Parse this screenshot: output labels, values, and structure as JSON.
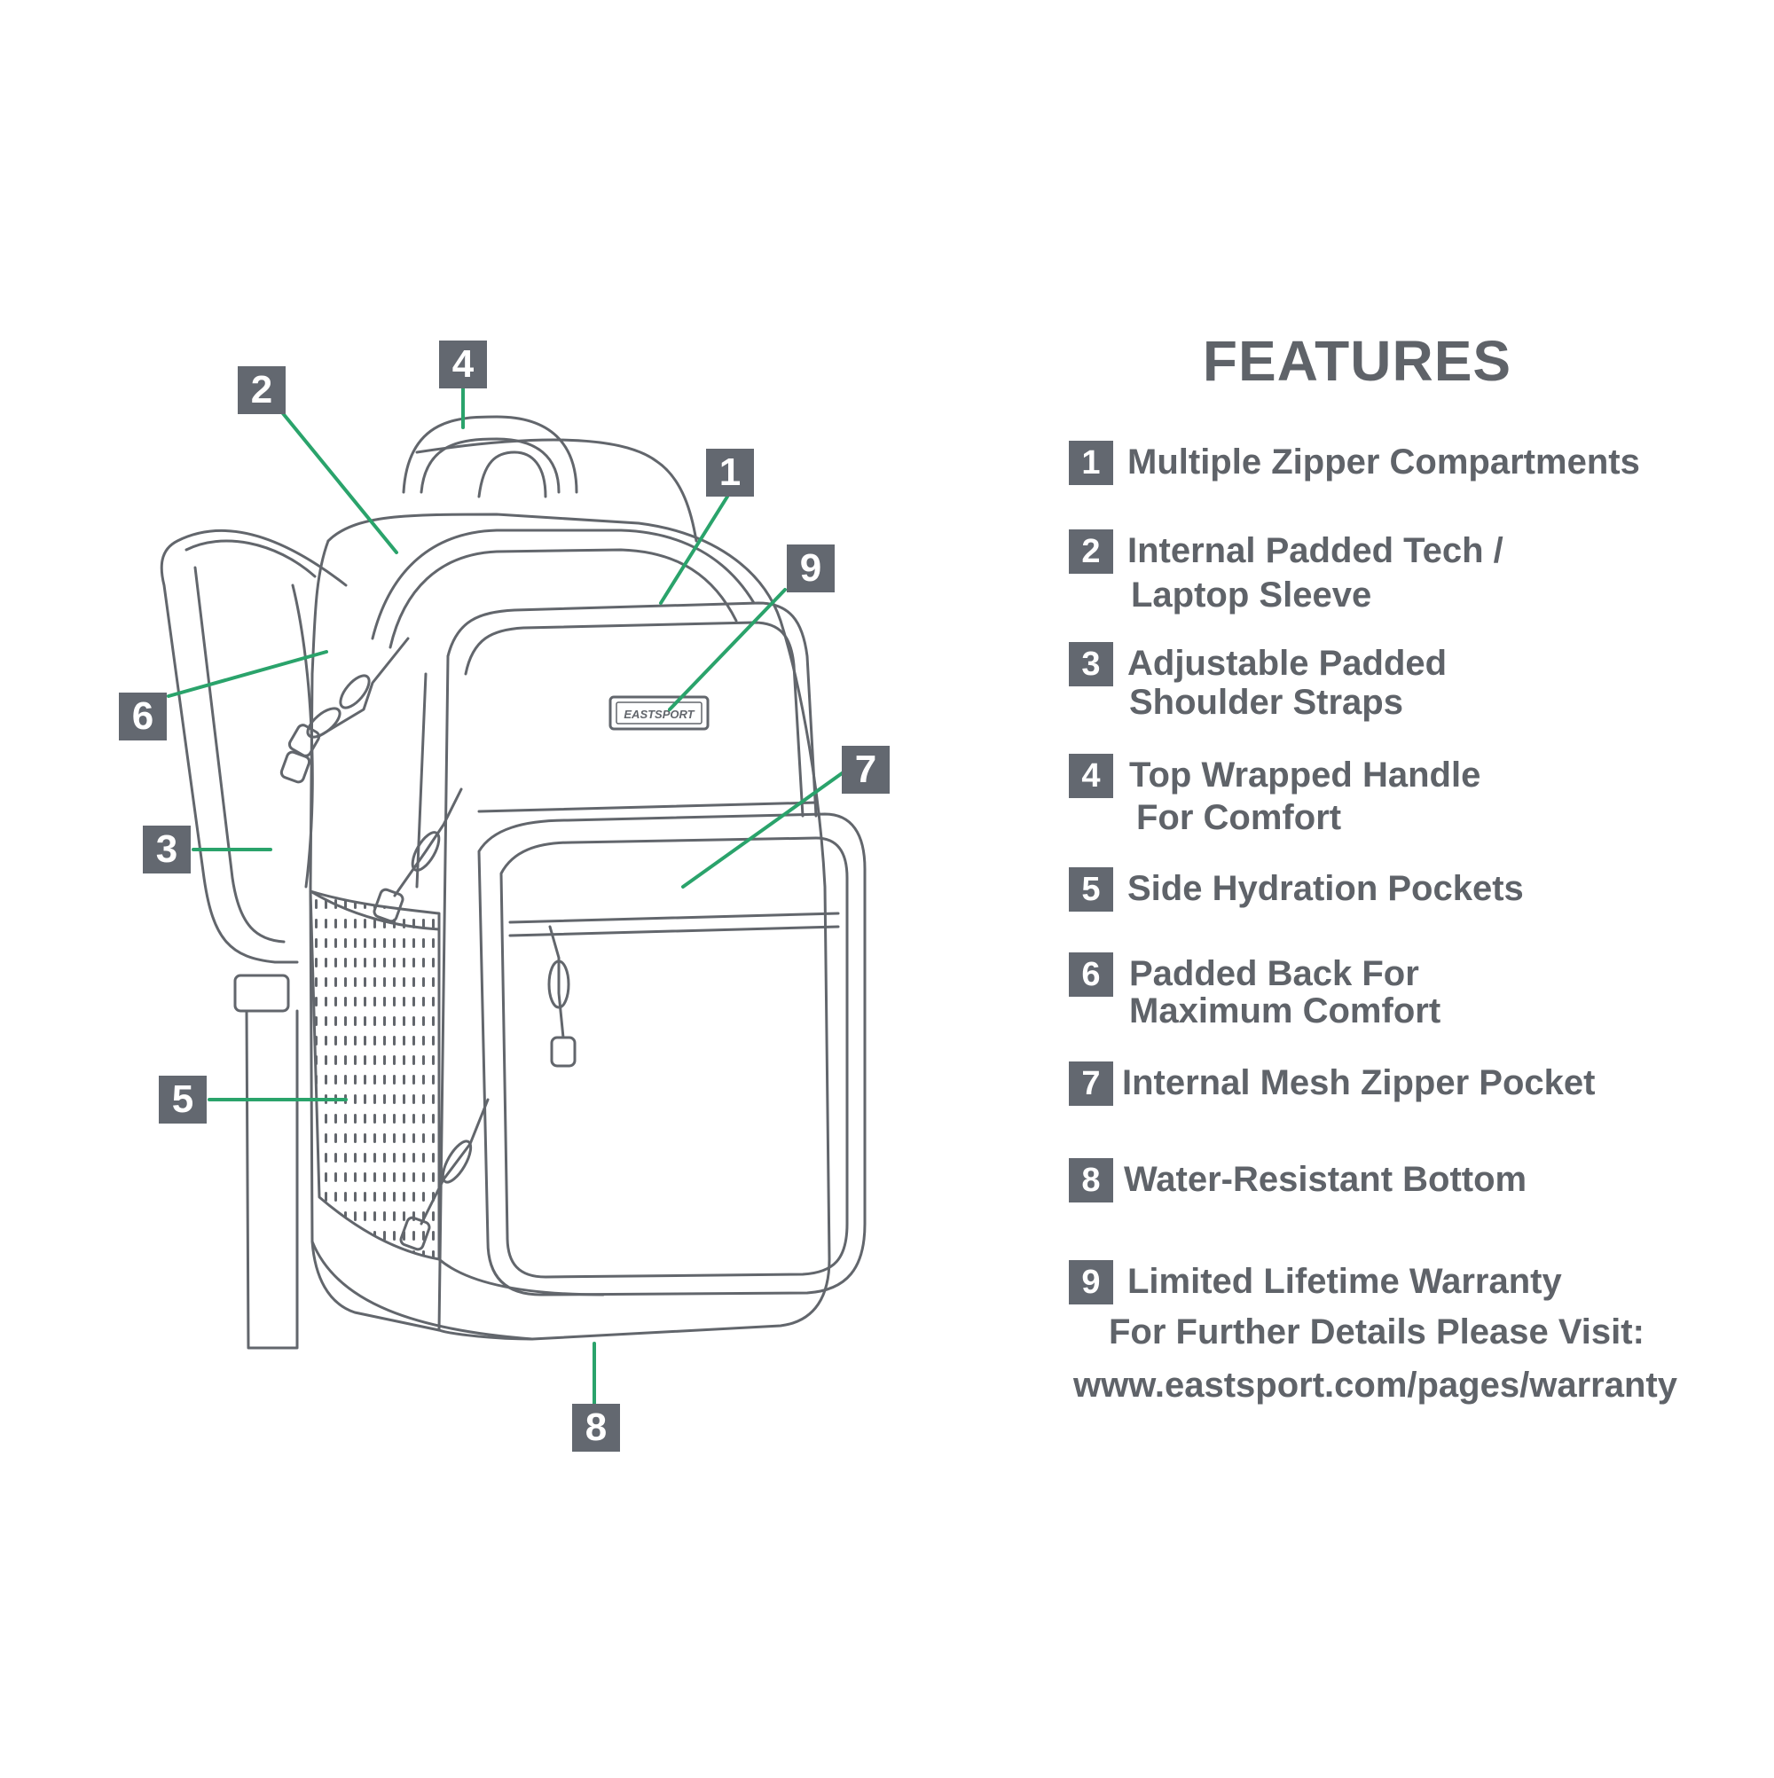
{
  "colors": {
    "leader": "#2aa36b",
    "box": "#636870",
    "outline": "#62666c",
    "text": "#5f6369"
  },
  "diagram": {
    "brand_label": "EASTSPORT",
    "callouts": [
      "1",
      "2",
      "3",
      "4",
      "5",
      "6",
      "7",
      "8",
      "9"
    ]
  },
  "features": {
    "title": "FEATURES",
    "items": [
      {
        "number": "1",
        "line1": "Multiple Zipper Compartments",
        "line2": ""
      },
      {
        "number": "2",
        "line1": "Internal Padded Tech /",
        "line2": "Laptop Sleeve"
      },
      {
        "number": "3",
        "line1": "Adjustable Padded",
        "line2": "Shoulder Straps"
      },
      {
        "number": "4",
        "line1": "Top Wrapped Handle",
        "line2": "For Comfort"
      },
      {
        "number": "5",
        "line1": "Side Hydration Pockets",
        "line2": ""
      },
      {
        "number": "6",
        "line1": "Padded Back For",
        "line2": "Maximum Comfort"
      },
      {
        "number": "7",
        "line1": "Internal Mesh Zipper Pocket",
        "line2": ""
      },
      {
        "number": "8",
        "line1": "Water-Resistant Bottom",
        "line2": ""
      },
      {
        "number": "9",
        "line1": "Limited Lifetime Warranty",
        "line2": ""
      }
    ],
    "warranty_note": "For Further Details Please Visit:",
    "warranty_url": "www.eastsport.com/pages/warranty"
  }
}
